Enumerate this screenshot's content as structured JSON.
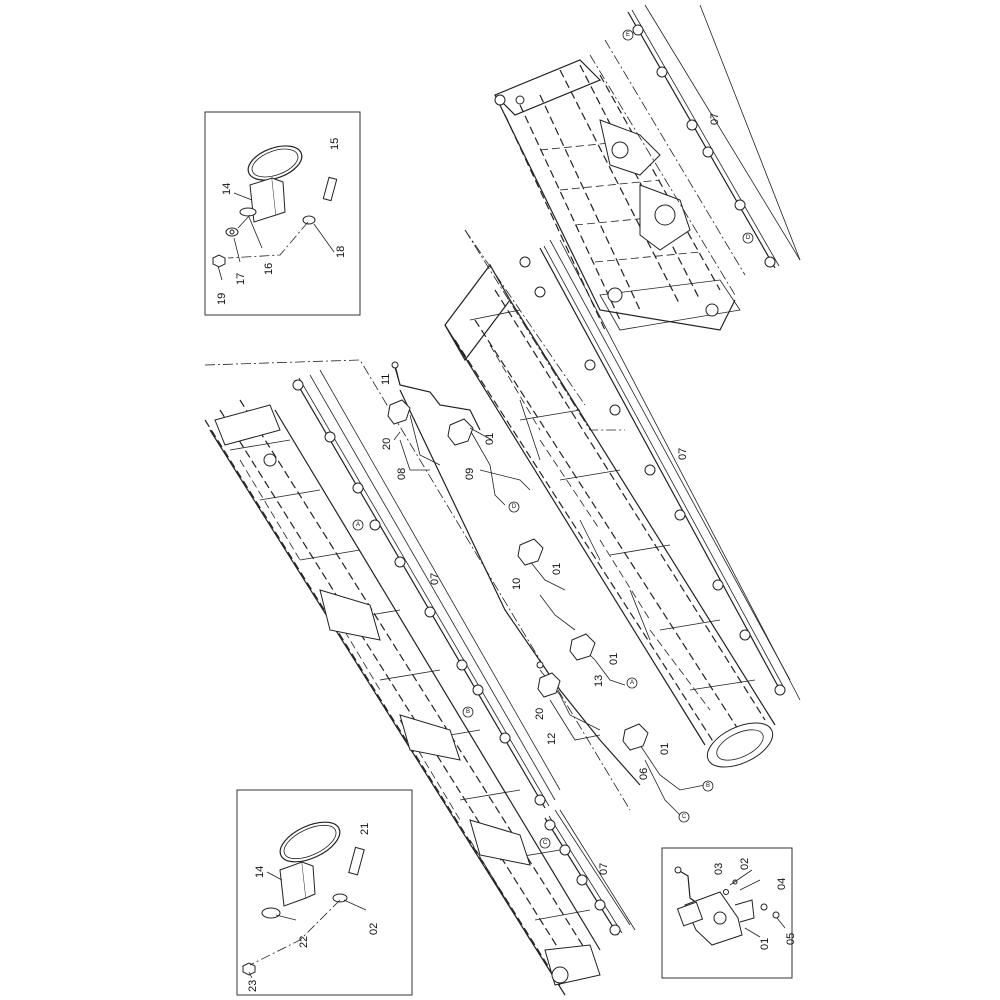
{
  "inset_top_left": {
    "labels": [
      "14",
      "15",
      "16",
      "17",
      "18",
      "19"
    ]
  },
  "inset_bottom_left": {
    "labels": [
      "14",
      "21",
      "22",
      "02",
      "23"
    ]
  },
  "inset_bottom_right": {
    "labels": [
      "03",
      "02",
      "04",
      "01",
      "05"
    ]
  },
  "main_labels": {
    "boom_rear_07": "07",
    "boom_middle_07": "07",
    "boom_left_07": "07",
    "boom_lower_07": "07",
    "hose_11": "11",
    "hose_20a": "20",
    "hose_08": "08",
    "valve_01a": "01",
    "hose_09": "09",
    "valve_01b": "01",
    "hose_10": "10",
    "valve_01c": "01",
    "hose_13": "13",
    "hose_20b": "20",
    "hose_12": "12",
    "valve_01d": "01",
    "hose_06": "06"
  },
  "connectors": {
    "E": "E",
    "D": "D",
    "A_left": "A",
    "B_left": "B",
    "C_left": "C",
    "D_mid": "D",
    "A_mid": "A",
    "B_mid": "B",
    "C_mid": "C"
  }
}
